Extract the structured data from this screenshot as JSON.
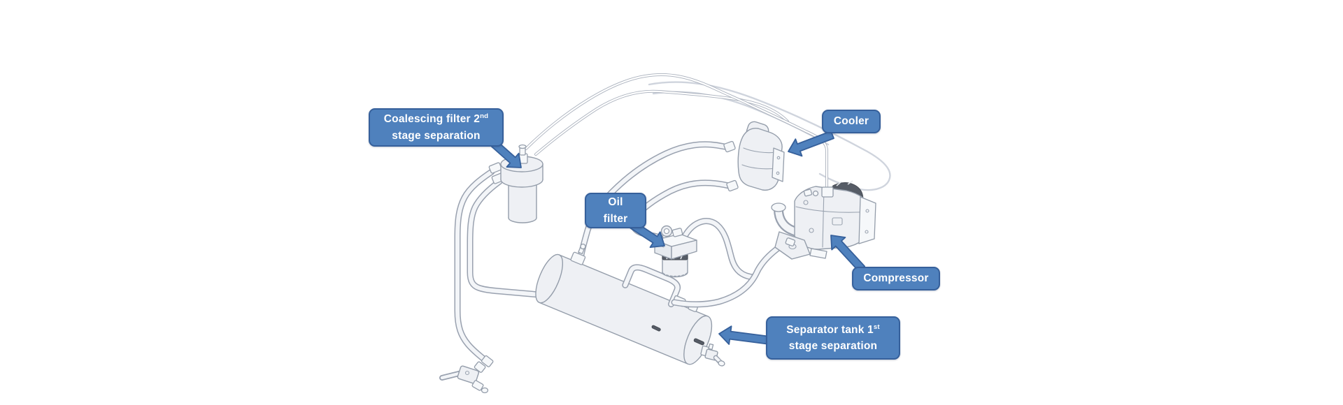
{
  "diagram": {
    "background": "#ffffff",
    "callouts": {
      "coalescing_filter": {
        "line1_pre": "Coalescing filter 2",
        "line1_sup": "nd",
        "line2": "stage separation"
      },
      "oil_filter": {
        "line1": "Oil",
        "line2": "filter"
      },
      "cooler": {
        "text": "Cooler"
      },
      "compressor": {
        "text": "Compressor"
      },
      "separator_tank": {
        "line1_pre": "Separator tank 1",
        "line1_sup": "st",
        "line2": "stage separation"
      }
    },
    "components": [
      "coalescing-filter",
      "oil-filter",
      "cooler",
      "compressor",
      "separator-tank",
      "drain-ball-valve",
      "tank-drain-valve",
      "hoses-and-pipes",
      "frame-outline"
    ],
    "style": {
      "callout_fill": "#4f81bd",
      "callout_border": "#36609b",
      "callout_text_color": "#ffffff",
      "line_art_stroke": "#949daa",
      "pipe_casing": "#99a1af",
      "pipe_core": "#f3f5f8",
      "component_fill": "#eef0f4",
      "faint_line": "#cfd4dd",
      "dark_detail": "#565c66"
    }
  }
}
